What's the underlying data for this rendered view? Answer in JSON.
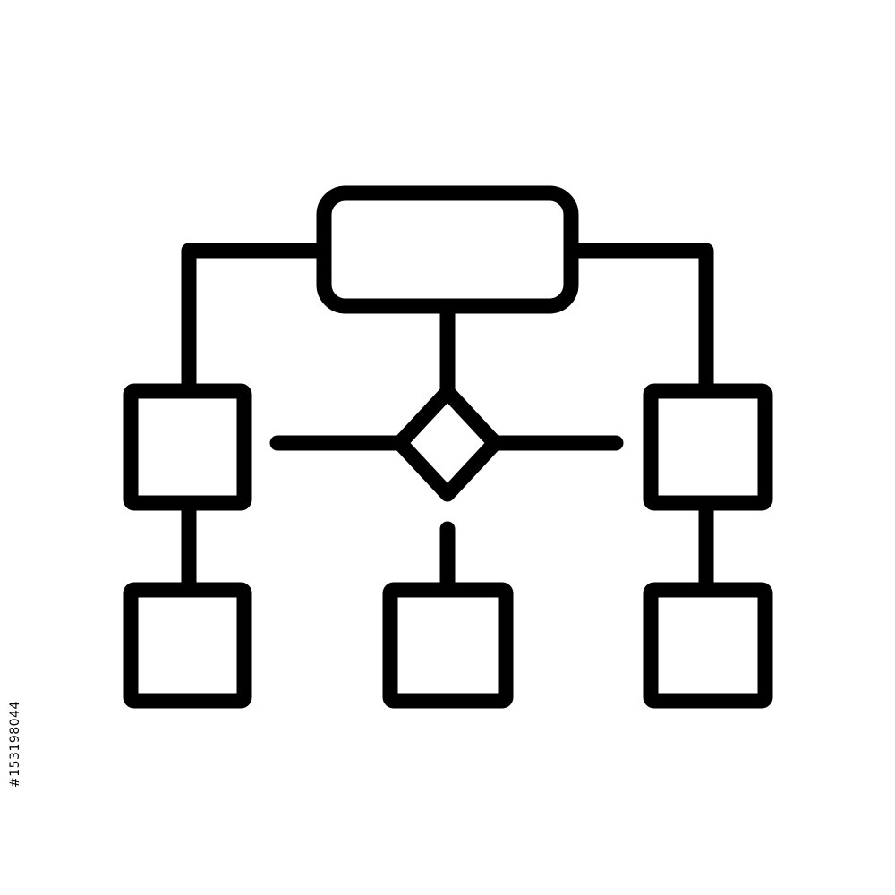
{
  "diagram": {
    "icon_name": "flowchart-icon",
    "colors": {
      "stroke": "#000000",
      "background": "#ffffff"
    },
    "nodes": [
      {
        "id": "top-box",
        "shape": "rounded-rectangle"
      },
      {
        "id": "left-upper-box",
        "shape": "square"
      },
      {
        "id": "left-lower-box",
        "shape": "square"
      },
      {
        "id": "decision-diamond",
        "shape": "diamond"
      },
      {
        "id": "center-lower-box",
        "shape": "square"
      },
      {
        "id": "right-upper-box",
        "shape": "square"
      },
      {
        "id": "right-lower-box",
        "shape": "square"
      }
    ]
  },
  "watermark": {
    "stock_id": "#153198044"
  }
}
